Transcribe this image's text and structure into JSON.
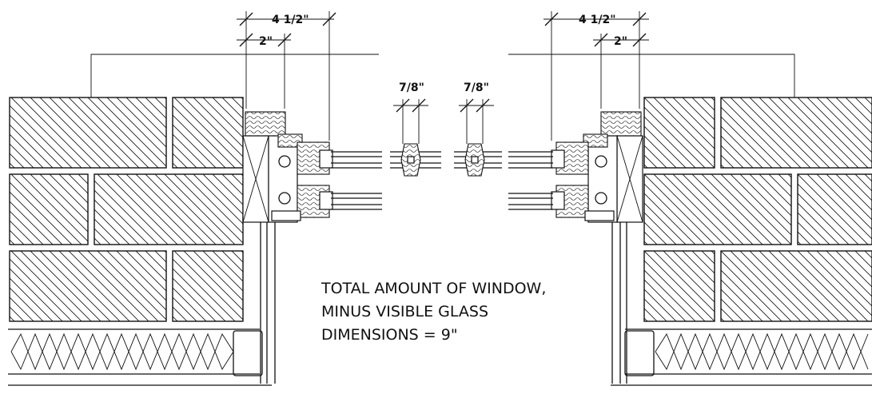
{
  "dimensions": {
    "left_overall": "4 1/2\"",
    "left_inner": "2\"",
    "center_left": "7/8\"",
    "center_right": "7/8\"",
    "right_overall": "4 1/2\"",
    "right_inner": "2\""
  },
  "note": {
    "line1": "TOTAL AMOUNT OF WINDOW,",
    "line2": "MINUS VISIBLE GLASS",
    "line3": "DIMENSIONS = 9\""
  },
  "colors": {
    "ink": "#111111",
    "paper": "#ffffff"
  }
}
